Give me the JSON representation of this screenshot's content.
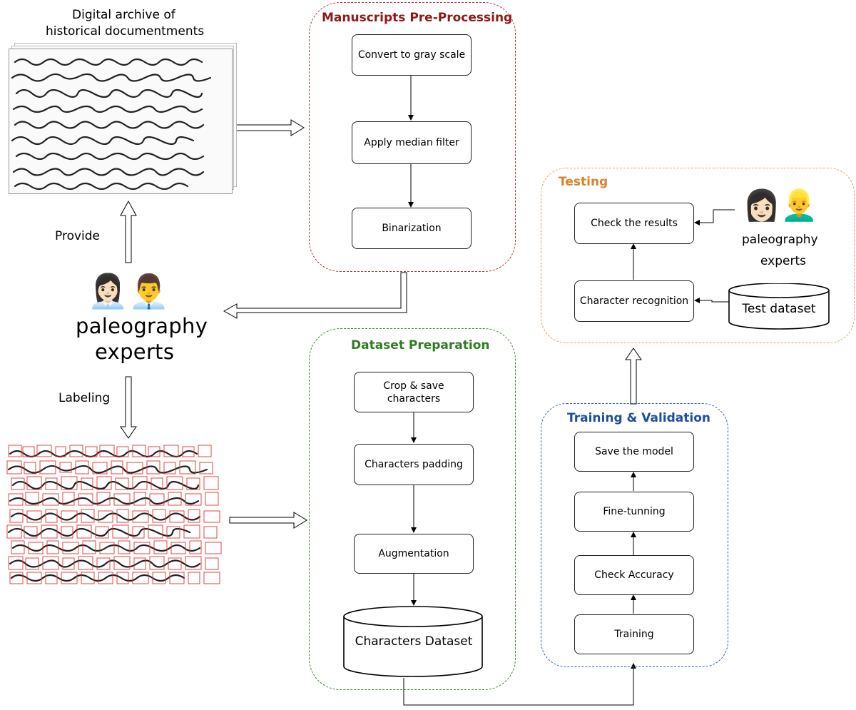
{
  "left": {
    "archive_title_line1": "Digital archive of",
    "archive_title_line2": "historical documentments",
    "provide_label": "Provide",
    "labeling_label": "Labeling",
    "experts_line1": "paleography",
    "experts_line2": "experts"
  },
  "preprocessing": {
    "title": "Manuscripts Pre-Processing",
    "steps": [
      "Convert to gray scale",
      "Apply median filter",
      "Binarization"
    ]
  },
  "dataset_prep": {
    "title": "Dataset Preparation",
    "steps": [
      "Crop & save characters",
      "Characters padding",
      "Augmentation"
    ],
    "dataset": "Characters Dataset"
  },
  "testing": {
    "title": "Testing",
    "steps": [
      "Check the results",
      "Character recognition"
    ],
    "test_dataset": "Test dataset",
    "experts_line1": "paleography",
    "experts_line2": "experts"
  },
  "training": {
    "title": "Training & Validation",
    "steps": [
      "Save the model",
      "Fine-tunning",
      "Check Accuracy",
      "Training"
    ]
  },
  "colors": {
    "preprocessing": "#8b1a1a",
    "dataset_prep": "#2e7d22",
    "testing": "#d9822b",
    "training": "#1f4e9c"
  }
}
